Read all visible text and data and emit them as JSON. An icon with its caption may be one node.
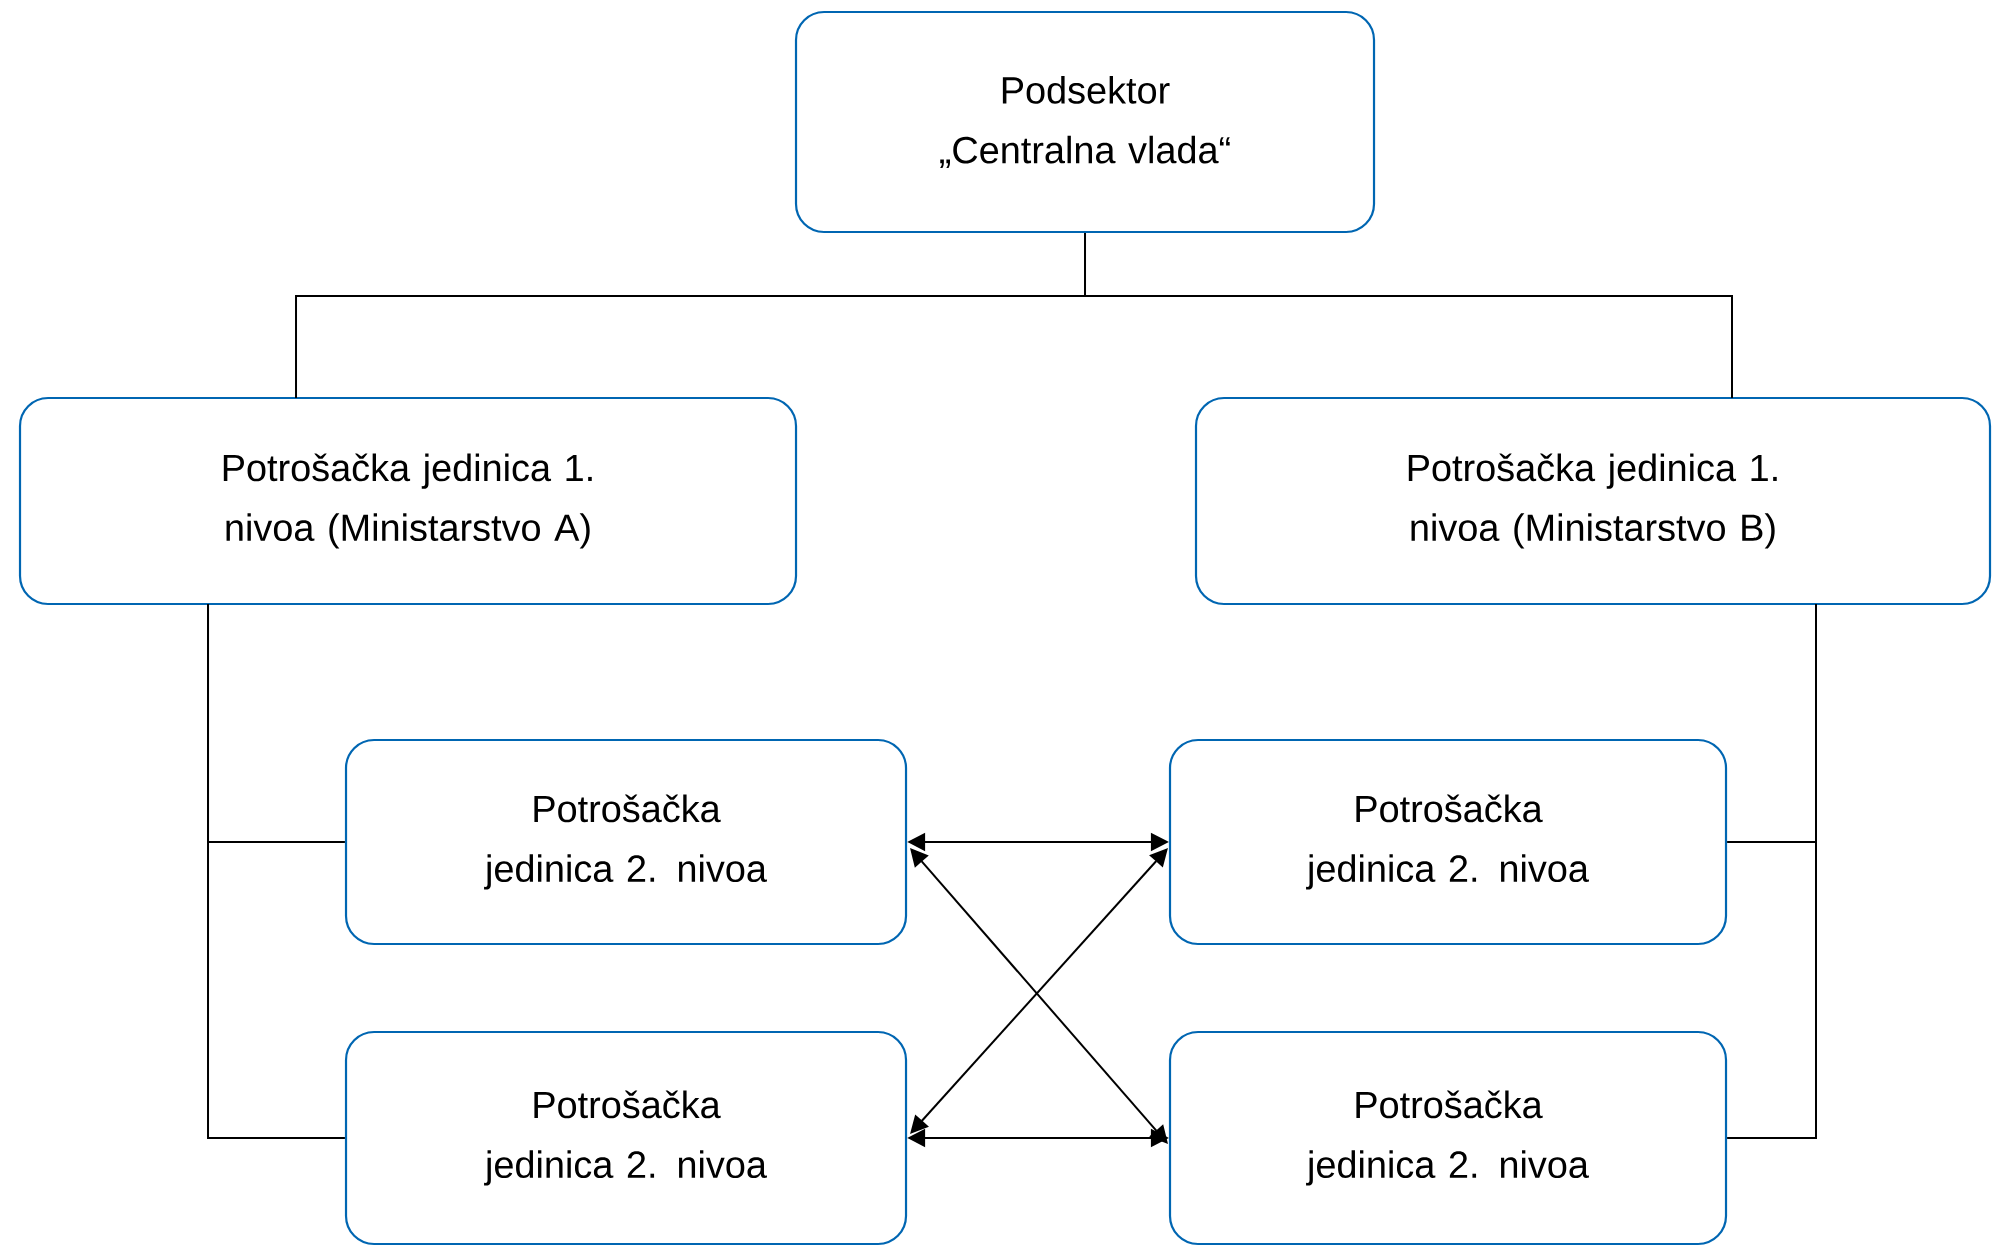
{
  "diagram": {
    "nodes": [
      {
        "text": [
          "Podsektor „Centralna vlada“"
        ]
      },
      {
        "text": [
          "Potrošačka jedinica 1. nivoa (Ministarstvo A)"
        ]
      },
      {
        "text": [
          "Potrošačka jedinica 1. nivoa (Ministarstvo B)"
        ]
      },
      {
        "text": [
          "Potrošačka jedinica 2. nivoa"
        ]
      },
      {
        "text": [
          "Potrošačka jedinica 2. nivoa"
        ]
      },
      {
        "text": [
          "Potrošačka jedinica 2. nivoa"
        ]
      },
      {
        "text": [
          "Potrošačka jedinica 2. nivoa"
        ]
      }
    ],
    "edges": [
      {
        "from": 0,
        "to": 1,
        "arrow": "none"
      },
      {
        "from": 0,
        "to": 2,
        "arrow": "none"
      },
      {
        "from": 1,
        "to": 3,
        "arrow": "none"
      },
      {
        "from": 1,
        "to": 5,
        "arrow": "none"
      },
      {
        "from": 2,
        "to": 4,
        "arrow": "none"
      },
      {
        "from": 2,
        "to": 6,
        "arrow": "none"
      },
      {
        "from": 3,
        "to": 4,
        "arrow": "both"
      },
      {
        "from": 5,
        "to": 6,
        "arrow": "both"
      },
      {
        "from": 3,
        "to": 6,
        "arrow": "both"
      },
      {
        "from": 4,
        "to": 5,
        "arrow": "both"
      }
    ]
  }
}
